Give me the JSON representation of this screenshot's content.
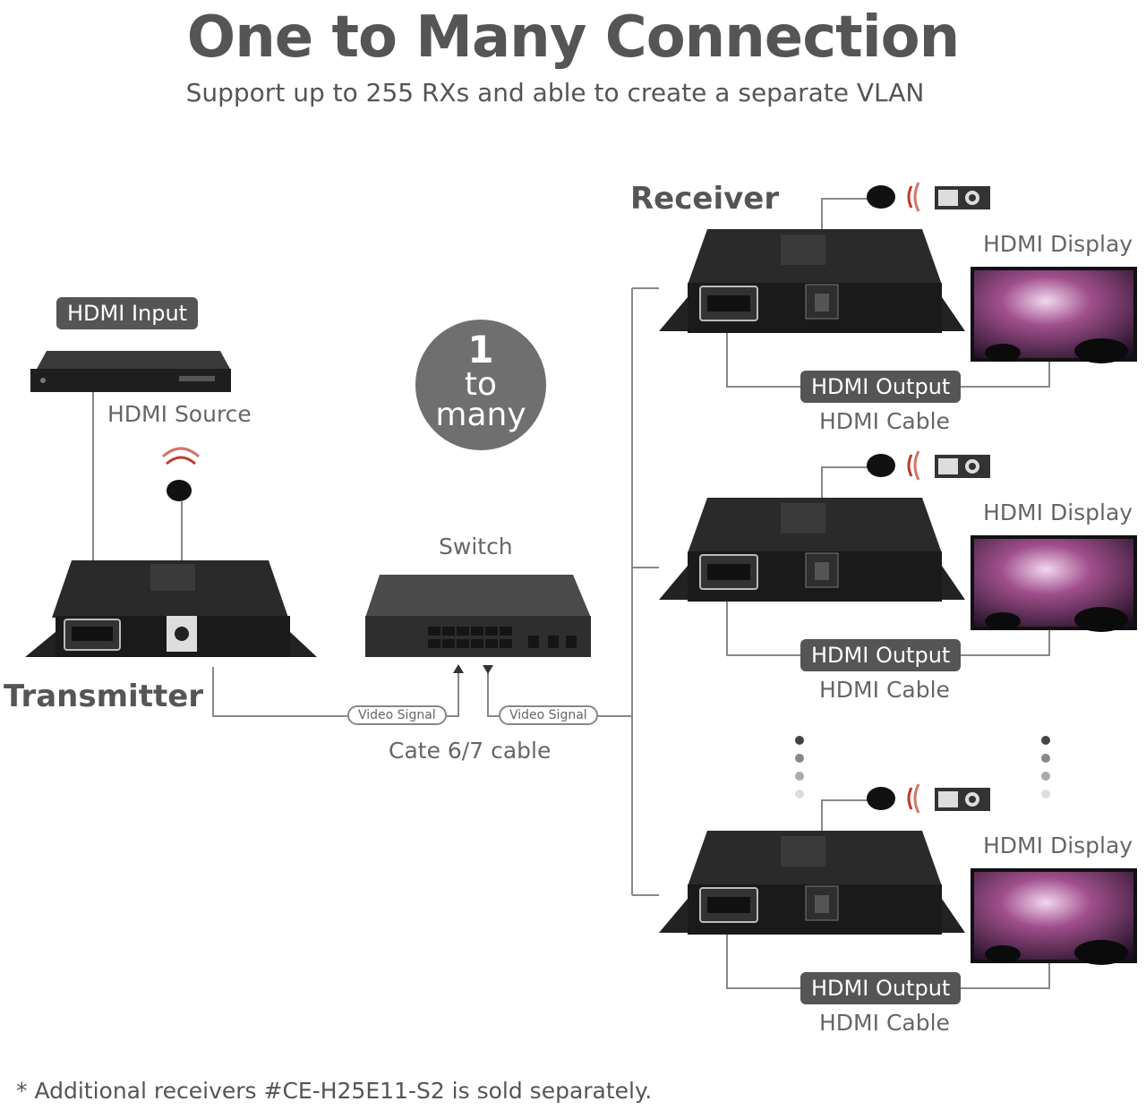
{
  "header": {
    "title": "One to Many Connection",
    "subtitle": "Support up to 255 RXs and able to create a separate VLAN"
  },
  "source": {
    "input_tag": "HDMI Input",
    "label": "HDMI Source"
  },
  "transmitter": {
    "label": "Transmitter"
  },
  "badge": {
    "number": "1",
    "word1": "to",
    "word2": "many"
  },
  "switch": {
    "label": "Switch"
  },
  "cable": {
    "signal_label_left": "Video Signal",
    "signal_label_right": "Video Signal",
    "label": "Cate 6/7 cable"
  },
  "receiver": {
    "label": "Receiver"
  },
  "receivers": [
    {
      "display": "HDMI Display",
      "output_tag": "HDMI Output",
      "cable": "HDMI Cable"
    },
    {
      "display": "HDMI Display",
      "output_tag": "HDMI Output",
      "cable": "HDMI Cable"
    },
    {
      "display": "HDMI Display",
      "output_tag": "HDMI Output",
      "cable": "HDMI Cable"
    }
  ],
  "footnote": "* Additional receivers #CE-H25E11-S2 is sold separately.",
  "colors": {
    "device": "#1f1f1f",
    "badge": "#6f6f6f",
    "tag": "#555555",
    "ir_wave": "#c0392b"
  }
}
